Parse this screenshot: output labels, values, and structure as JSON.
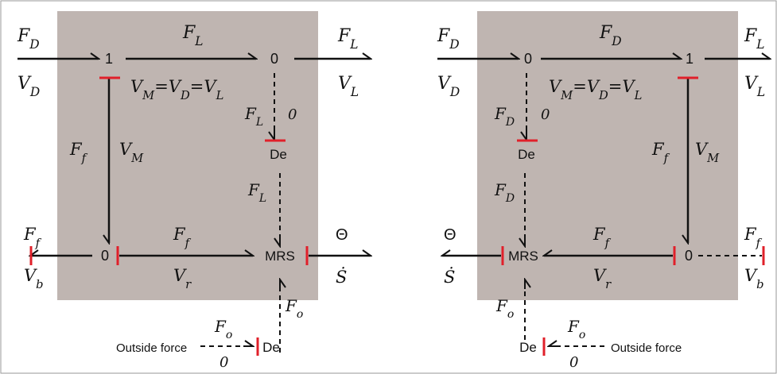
{
  "colors": {
    "panel": "#bfb5b1",
    "stroke": "#111111",
    "causal_stroke": "#e0202a",
    "frame": "#9a9a9a"
  },
  "symbols": {
    "F_D": {
      "b": "F",
      "s": "D"
    },
    "V_D": {
      "b": "V",
      "s": "D"
    },
    "F_L": {
      "b": "F",
      "s": "L"
    },
    "V_L": {
      "b": "V",
      "s": "L"
    },
    "F_f": {
      "b": "F",
      "s": "f"
    },
    "V_M": {
      "b": "V",
      "s": "M"
    },
    "V_b": {
      "b": "V",
      "s": "b"
    },
    "V_r": {
      "b": "V",
      "s": "r"
    },
    "F_o": {
      "b": "F",
      "s": "o"
    },
    "zero": "0",
    "theta": "Θ",
    "sdot": "Ṡ",
    "equation": "VM=VD=VL",
    "equation_parts": [
      {
        "b": "V",
        "s": "M"
      },
      {
        "b": "V",
        "s": "D"
      },
      {
        "b": "V",
        "s": "L"
      }
    ]
  },
  "nodes": {
    "one": "1",
    "zero": "0",
    "de": "De",
    "mrs": "MRS"
  },
  "outside_force": "Outside force"
}
